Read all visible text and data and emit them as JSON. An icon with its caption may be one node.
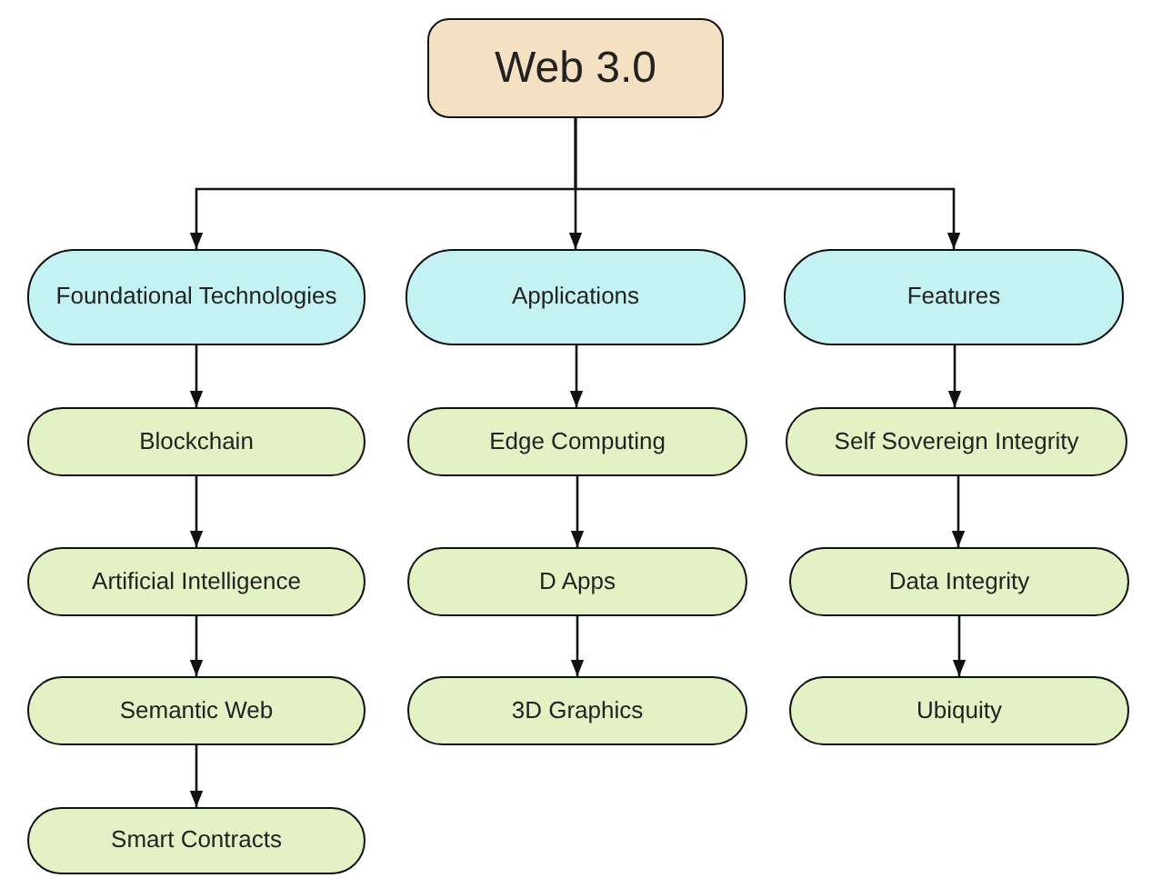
{
  "diagram": {
    "nodes": [
      {
        "text": [
          "Web 3.0"
        ]
      },
      {
        "text": [
          "Foundational Technologies"
        ]
      },
      {
        "text": [
          "Applications"
        ]
      },
      {
        "text": [
          "Features"
        ]
      },
      {
        "text": [
          "Blockchain"
        ]
      },
      {
        "text": [
          "Artificial Intelligence"
        ]
      },
      {
        "text": [
          "Semantic Web"
        ]
      },
      {
        "text": [
          "Smart Contracts"
        ]
      },
      {
        "text": [
          "Edge Computing"
        ]
      },
      {
        "text": [
          "D Apps"
        ]
      },
      {
        "text": [
          "3D Graphics"
        ]
      },
      {
        "text": [
          "Self Sovereign Integrity"
        ]
      },
      {
        "text": [
          "Data Integrity"
        ]
      },
      {
        "text": [
          "Ubiquity"
        ]
      }
    ],
    "edges": [
      {
        "from": 0,
        "to": 1,
        "arrow": "to"
      },
      {
        "from": 0,
        "to": 2,
        "arrow": "to"
      },
      {
        "from": 0,
        "to": 3,
        "arrow": "to"
      },
      {
        "from": 1,
        "to": 4,
        "arrow": "to"
      },
      {
        "from": 4,
        "to": 5,
        "arrow": "to"
      },
      {
        "from": 5,
        "to": 6,
        "arrow": "to"
      },
      {
        "from": 6,
        "to": 7,
        "arrow": "to"
      },
      {
        "from": 2,
        "to": 8,
        "arrow": "to"
      },
      {
        "from": 8,
        "to": 9,
        "arrow": "to"
      },
      {
        "from": 9,
        "to": 10,
        "arrow": "to"
      },
      {
        "from": 3,
        "to": 11,
        "arrow": "to"
      },
      {
        "from": 11,
        "to": 12,
        "arrow": "to"
      },
      {
        "from": 12,
        "to": 13,
        "arrow": "to"
      }
    ]
  }
}
